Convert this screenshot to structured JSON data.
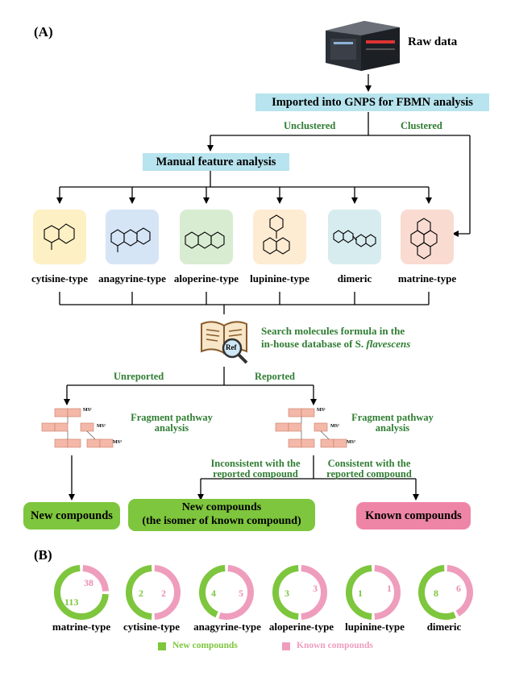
{
  "panel_a": {
    "label": "(A)",
    "raw_data": "Raw data",
    "gnps_box": "Imported into GNPS for FBMN analysis",
    "unclustered": "Unclustered",
    "clustered": "Clustered",
    "manual_box": "Manual feature analysis",
    "types": [
      "cytisine-type",
      "anagyrine-type",
      "aloperine-type",
      "lupinine-type",
      "dimeric",
      "matrine-type"
    ],
    "type_colors": [
      "#fdf0c4",
      "#d5e5f6",
      "#d8ecd1",
      "#fdebd2",
      "#d7ecef",
      "#f9dbd1"
    ],
    "search_line1": "Search molecules formula in the",
    "search_line2_prefix": "in-house database of S. ",
    "search_line2_italic": "flavescens",
    "ref_label": "Ref",
    "unreported": "Unreported",
    "reported": "Reported",
    "fragment_line1": "Fragment pathway",
    "fragment_line2": "analysis",
    "ms_labels": [
      "MS¹",
      "MS²",
      "MS³"
    ],
    "inconsistent_line1": "Inconsistent with the",
    "inconsistent_line2": "reported compound",
    "consistent_line1": "Consistent with the",
    "consistent_line2": "reported compound",
    "new_compounds": "New compounds",
    "isomer_line1": "New compounds",
    "isomer_line2": "(the isomer of known compound)",
    "known_compounds": "Known compounds"
  },
  "panel_b": {
    "label": "(B)",
    "legend_new": "New compounds",
    "legend_known": "Known compounds",
    "colors": {
      "new": "#7ec63d",
      "known": "#ef9dbd"
    }
  },
  "chart_data": {
    "type": "pie",
    "categories": [
      "matrine-type",
      "cytisine-type",
      "anagyrine-type",
      "aloperine-type",
      "lupinine-type",
      "dimeric"
    ],
    "series": [
      {
        "name": "New compounds",
        "values": [
          113,
          2,
          4,
          3,
          1,
          8
        ]
      },
      {
        "name": "Known compounds",
        "values": [
          38,
          2,
          5,
          3,
          1,
          6
        ]
      }
    ]
  }
}
